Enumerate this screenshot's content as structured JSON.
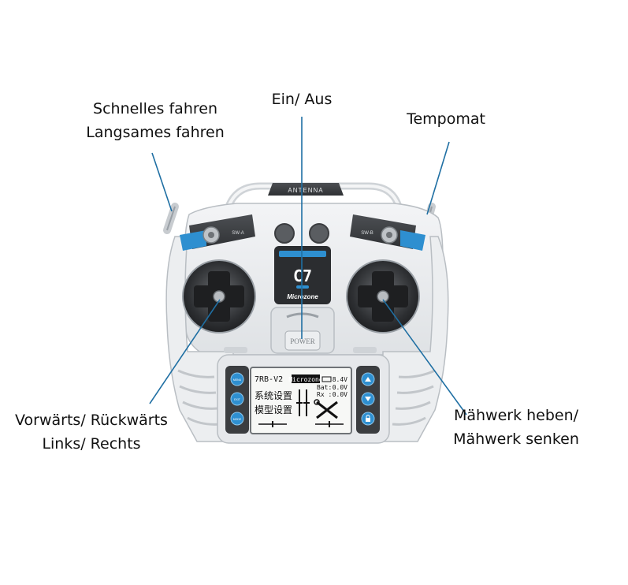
{
  "labels": {
    "speed": [
      "Schnelles fahren",
      "Langsames fahren"
    ],
    "power_switch": "Ein/ Aus",
    "cruise_control": "Tempomat",
    "left_stick": [
      "Vorwärts/ Rückwärts",
      "Links/ Rechts"
    ],
    "right_stick": [
      "Mähwerk heben/",
      "Mähwerk senken"
    ]
  },
  "device": {
    "antenna": "ANTENNA",
    "sw_a": "SW-A",
    "sw_b": "SW-B",
    "display_model": "C7",
    "brand": "Microzone",
    "power_button": "POWER",
    "lcd": {
      "model": "7RB-V2",
      "brand": "Microzone",
      "voltage": "8.4V",
      "bat_label": "Bat:",
      "bat_value": "0.0V",
      "rx_label": "Rx :",
      "rx_value": "0.0V",
      "menu_system": "系统设置",
      "menu_model": "模型设置"
    },
    "left_buttons": [
      "MENU",
      "EXIT",
      "MODE"
    ]
  },
  "colors": {
    "accent": "#2e8fd0",
    "shell": "#e9ebed",
    "dark": "#3b3d40",
    "line": "#1f6fa3"
  }
}
